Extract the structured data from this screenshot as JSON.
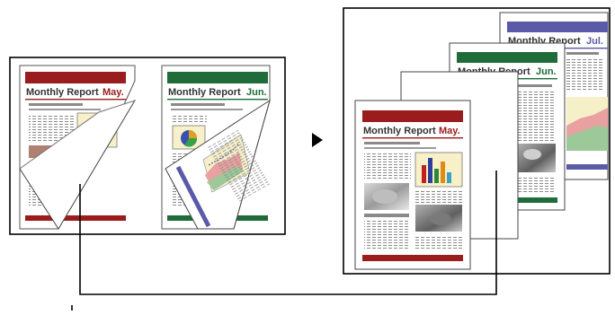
{
  "left_sheet": {
    "page1": {
      "title": "Monthly Report",
      "month": "May."
    },
    "page2": {
      "title": "Monthly Report",
      "month": "Jun."
    }
  },
  "right_stack": {
    "page_front": {
      "title": "Monthly Report",
      "month": "May."
    },
    "page_mid": {
      "title": "Monthly Report",
      "month": "Jun."
    },
    "page_back": {
      "title": "Monthly Report",
      "month": "Jul."
    }
  },
  "colors": {
    "may": "#9b1c1c",
    "jun": "#1f6b3a",
    "jul": "#5a5aa8",
    "text_lines": "#9a9a9a",
    "frame": "#000000"
  },
  "icons": [
    "right-arrow-icon",
    "bar-chart-icon",
    "pie-chart-icon",
    "area-chart-icon",
    "photo-icon"
  ]
}
